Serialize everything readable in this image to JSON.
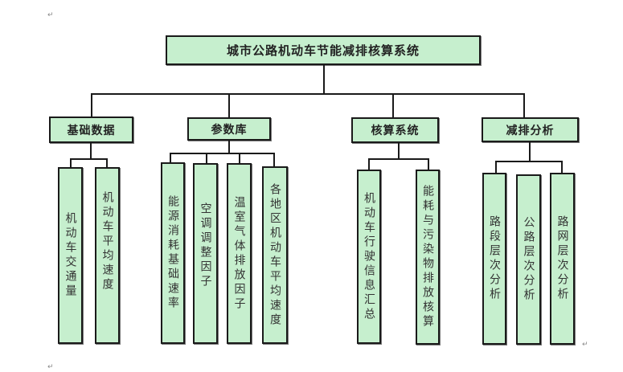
{
  "diagram": {
    "root": "城市公路机动车节能减排核算系统",
    "categories": [
      {
        "label": "基础数据",
        "children": [
          "机动车交通量",
          "机动车平均速度"
        ]
      },
      {
        "label": "参数库",
        "children": [
          "能源消耗基础速率",
          "空调调整因子",
          "温室气体排放因子",
          "各地区机动车平均速度"
        ]
      },
      {
        "label": "核算系统",
        "children": [
          "机动车行驶信息汇总",
          "能耗与污染物排放核算"
        ]
      },
      {
        "label": "减排分析",
        "children": [
          "路段层次分析",
          "公路层次分析",
          "路网层次分析"
        ]
      }
    ]
  },
  "paragraph_mark": "↵",
  "colors": {
    "box_fill": "#c6efce",
    "border": "#1a1a1a"
  }
}
